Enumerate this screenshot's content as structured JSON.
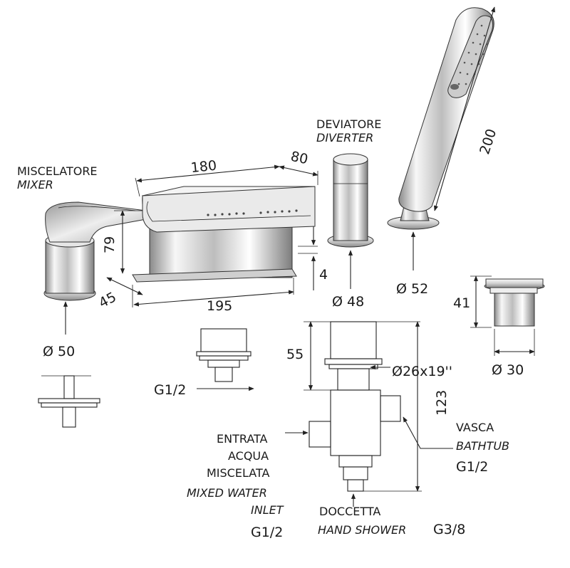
{
  "labels": {
    "mixer_it": "MISCELATORE",
    "mixer_en": "MIXER",
    "diverter_it": "DEVIATORE",
    "diverter_en": "DIVERTER",
    "bathtub_it": "VASCA",
    "bathtub_en": "BATHTUB",
    "bathtub_thread": "G1/2",
    "inlet_it_1": "ENTRATA",
    "inlet_it_2": "ACQUA",
    "inlet_it_3": "MISCELATA",
    "inlet_en_1": "MIXED WATER",
    "inlet_en_2": "INLET",
    "inlet_thread": "G1/2",
    "shower_it": "DOCCETTA",
    "shower_en": "HAND SHOWER",
    "shower_thread": "G3/8",
    "spout_thread": "G1/2"
  },
  "dimensions": {
    "spout_length": "180",
    "spout_depth": "80",
    "spout_base_length": "195",
    "mixer_height": "79",
    "mixer_offset": "45",
    "gap": "4",
    "mixer_diameter": "Ø 50",
    "diverter_diameter": "Ø 48",
    "shower_base_diameter": "Ø 52",
    "hand_shower_length": "200",
    "body_height": "55",
    "body_thread": "Ø26x19''",
    "diverter_body_height": "123",
    "drain_height": "41",
    "drain_diameter": "Ø 30"
  },
  "colors": {
    "line": "#222222",
    "chrome_light": "#f2f2f2",
    "chrome_dark": "#7a7a7a"
  }
}
